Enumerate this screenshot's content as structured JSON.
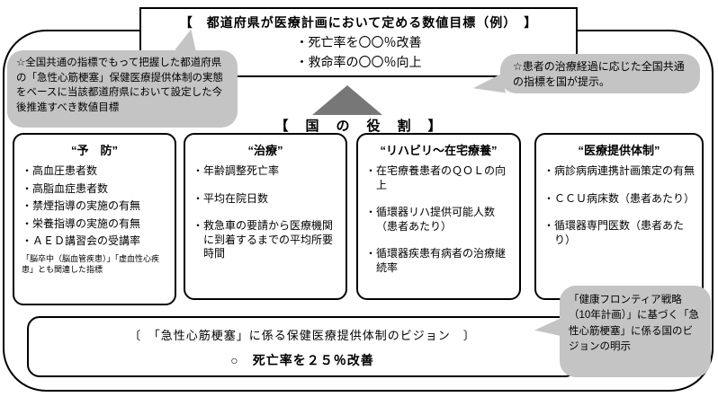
{
  "top_box": {
    "title": "【　都道府県が医療計画において定める数値目標（例）　】",
    "items": [
      "・死亡率を〇〇％改善",
      "・救命率の〇〇％向上"
    ]
  },
  "bubbles": {
    "left": {
      "text": "☆全国共通の指標でもって把握した都道府県の「急性心筋梗塞」保健医療提供体制の実態をベースに当該都道府県において設定した今後推進すべき数値目標"
    },
    "right": {
      "text": "☆患者の治療経過に応じた全国共通の指標を国が提示。"
    },
    "bottom": {
      "text": "「健康フロンティア戦略（10年計画）」に基づく「急性心筋梗塞」に係る国のビジョンの明示"
    }
  },
  "role_heading": "【　国　の　役　割　】",
  "columns": [
    {
      "title": "“予　防”",
      "items": [
        "・高血圧患者数",
        "・高脂血症患者数",
        "・禁煙指導の実施の有無",
        "・栄養指導の実施の有無",
        "・ＡＥＤ講習会の受講率"
      ],
      "note": "「脳卒中（脳血管疾患）」「虚血性心疾患」とも関連した指標"
    },
    {
      "title": "“治療”",
      "items": [
        "・年齢調整死亡率",
        "・平均在院日数",
        "・救急車の要請から医療機関に到着するまでの平均所要時間"
      ]
    },
    {
      "title": "“リハビリ～在宅療養”",
      "items": [
        "・在宅療養患者のＱＯＬの向上",
        "・循環器リハ提供可能人数（患者あたり）",
        "・循環器疾患有病者の治療継続率"
      ]
    },
    {
      "title": "“医療提供体制”",
      "items": [
        "・病診病病連携計画策定の有無",
        "・ＣＣＵ病床数（患者あたり）",
        "・循環器専門医数（患者あたり）"
      ]
    }
  ],
  "vision_box": {
    "title": "〔　「急性心筋梗塞」に係る保健医療提供体制のビジョン　〕",
    "item": "○　死亡率を２５％改善"
  }
}
